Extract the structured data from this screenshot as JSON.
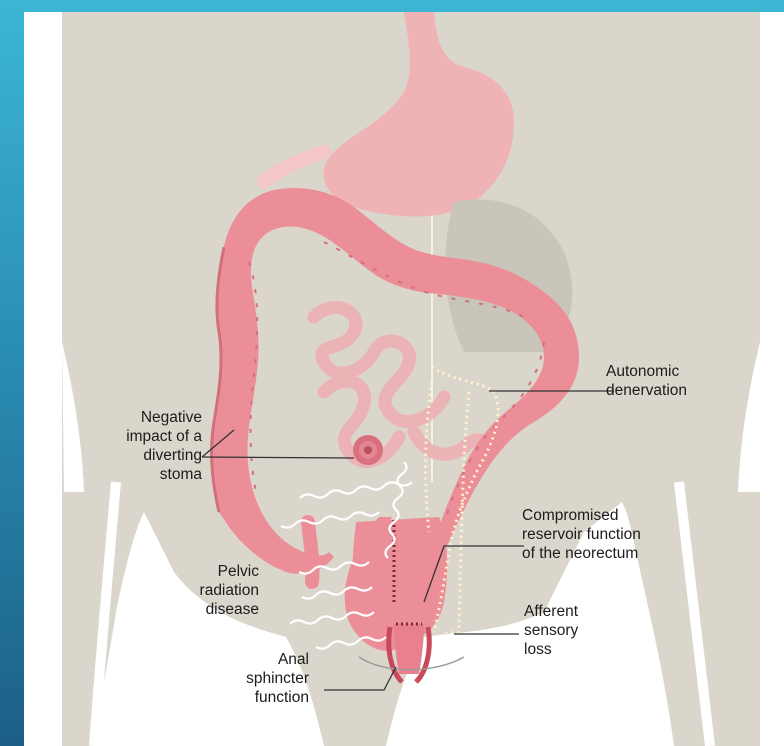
{
  "labels": {
    "diverting_stoma": "Negative\nimpact of a\ndiverting\nstoma",
    "pelvic_radiation": "Pelvic\nradiation\ndisease",
    "anal_sphincter": "Anal\nsphincter\nfunction",
    "autonomic": "Autonomic\ndenervation",
    "reservoir": "Compromised\nreservoir function\nof the neorectum",
    "afferent": "Afferent\nsensory\nloss"
  },
  "colors": {
    "background_gradient_top": "#3cb6d6",
    "background_gradient_bottom": "#1c5f86",
    "body_silhouette": "#dad6cc",
    "colon": "#ec8e98",
    "colon_shadow": "#d2707c",
    "stomach": "#efb3b6",
    "small_intestine": "#eeb0b4",
    "leader_line": "#333333",
    "nerve_dots": "#fff4cc"
  }
}
